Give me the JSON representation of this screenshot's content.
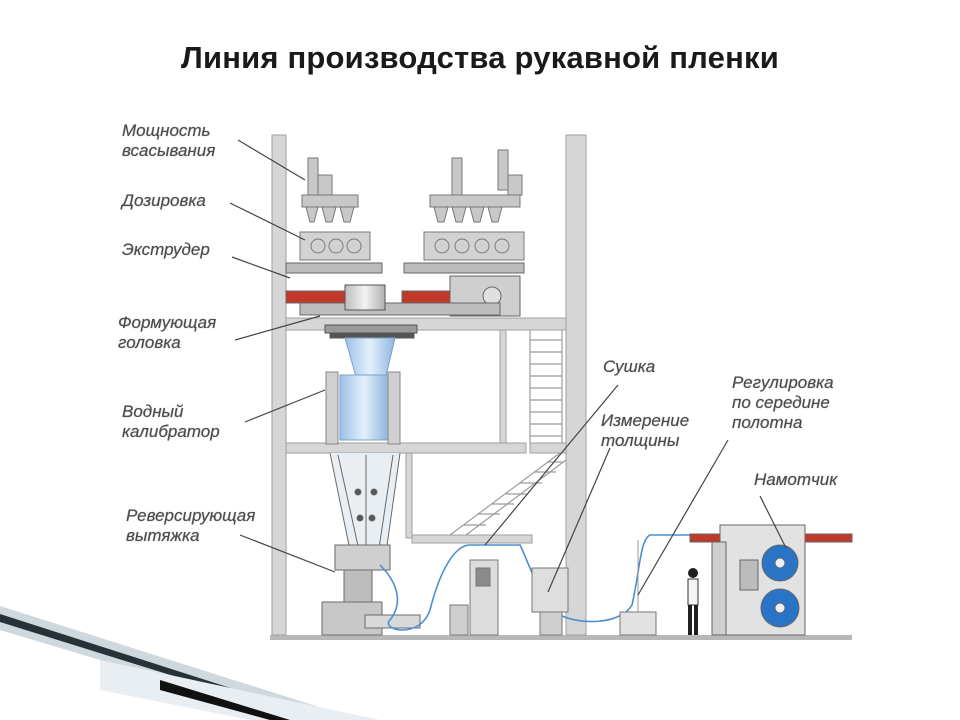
{
  "title": "Линия производства рукавной пленки",
  "labels": {
    "suction": [
      "Мощность",
      "всасывания"
    ],
    "dosing": [
      "Дозировка"
    ],
    "extruder": [
      "Экструдер"
    ],
    "die": [
      "Формующая",
      "головка"
    ],
    "calibrator": [
      "Водный",
      "калибратор"
    ],
    "haul_off": [
      "Реверсирующая",
      "вытяжка"
    ],
    "drying": [
      "Сушка"
    ],
    "thickness": [
      "Измерение",
      "толщины"
    ],
    "web_guide": [
      "Регулировка",
      "по середине",
      "полотна"
    ],
    "winder": [
      "Намотчик"
    ]
  },
  "colors": {
    "frame": "#d6d6d6",
    "frame_edge": "#a8a8a8",
    "machine": "#c9c9c9",
    "extruder_red": "#c0392b",
    "film_blue": "#4a8fd0",
    "reel_blue": "#2a74c8",
    "leader": "#444444"
  }
}
